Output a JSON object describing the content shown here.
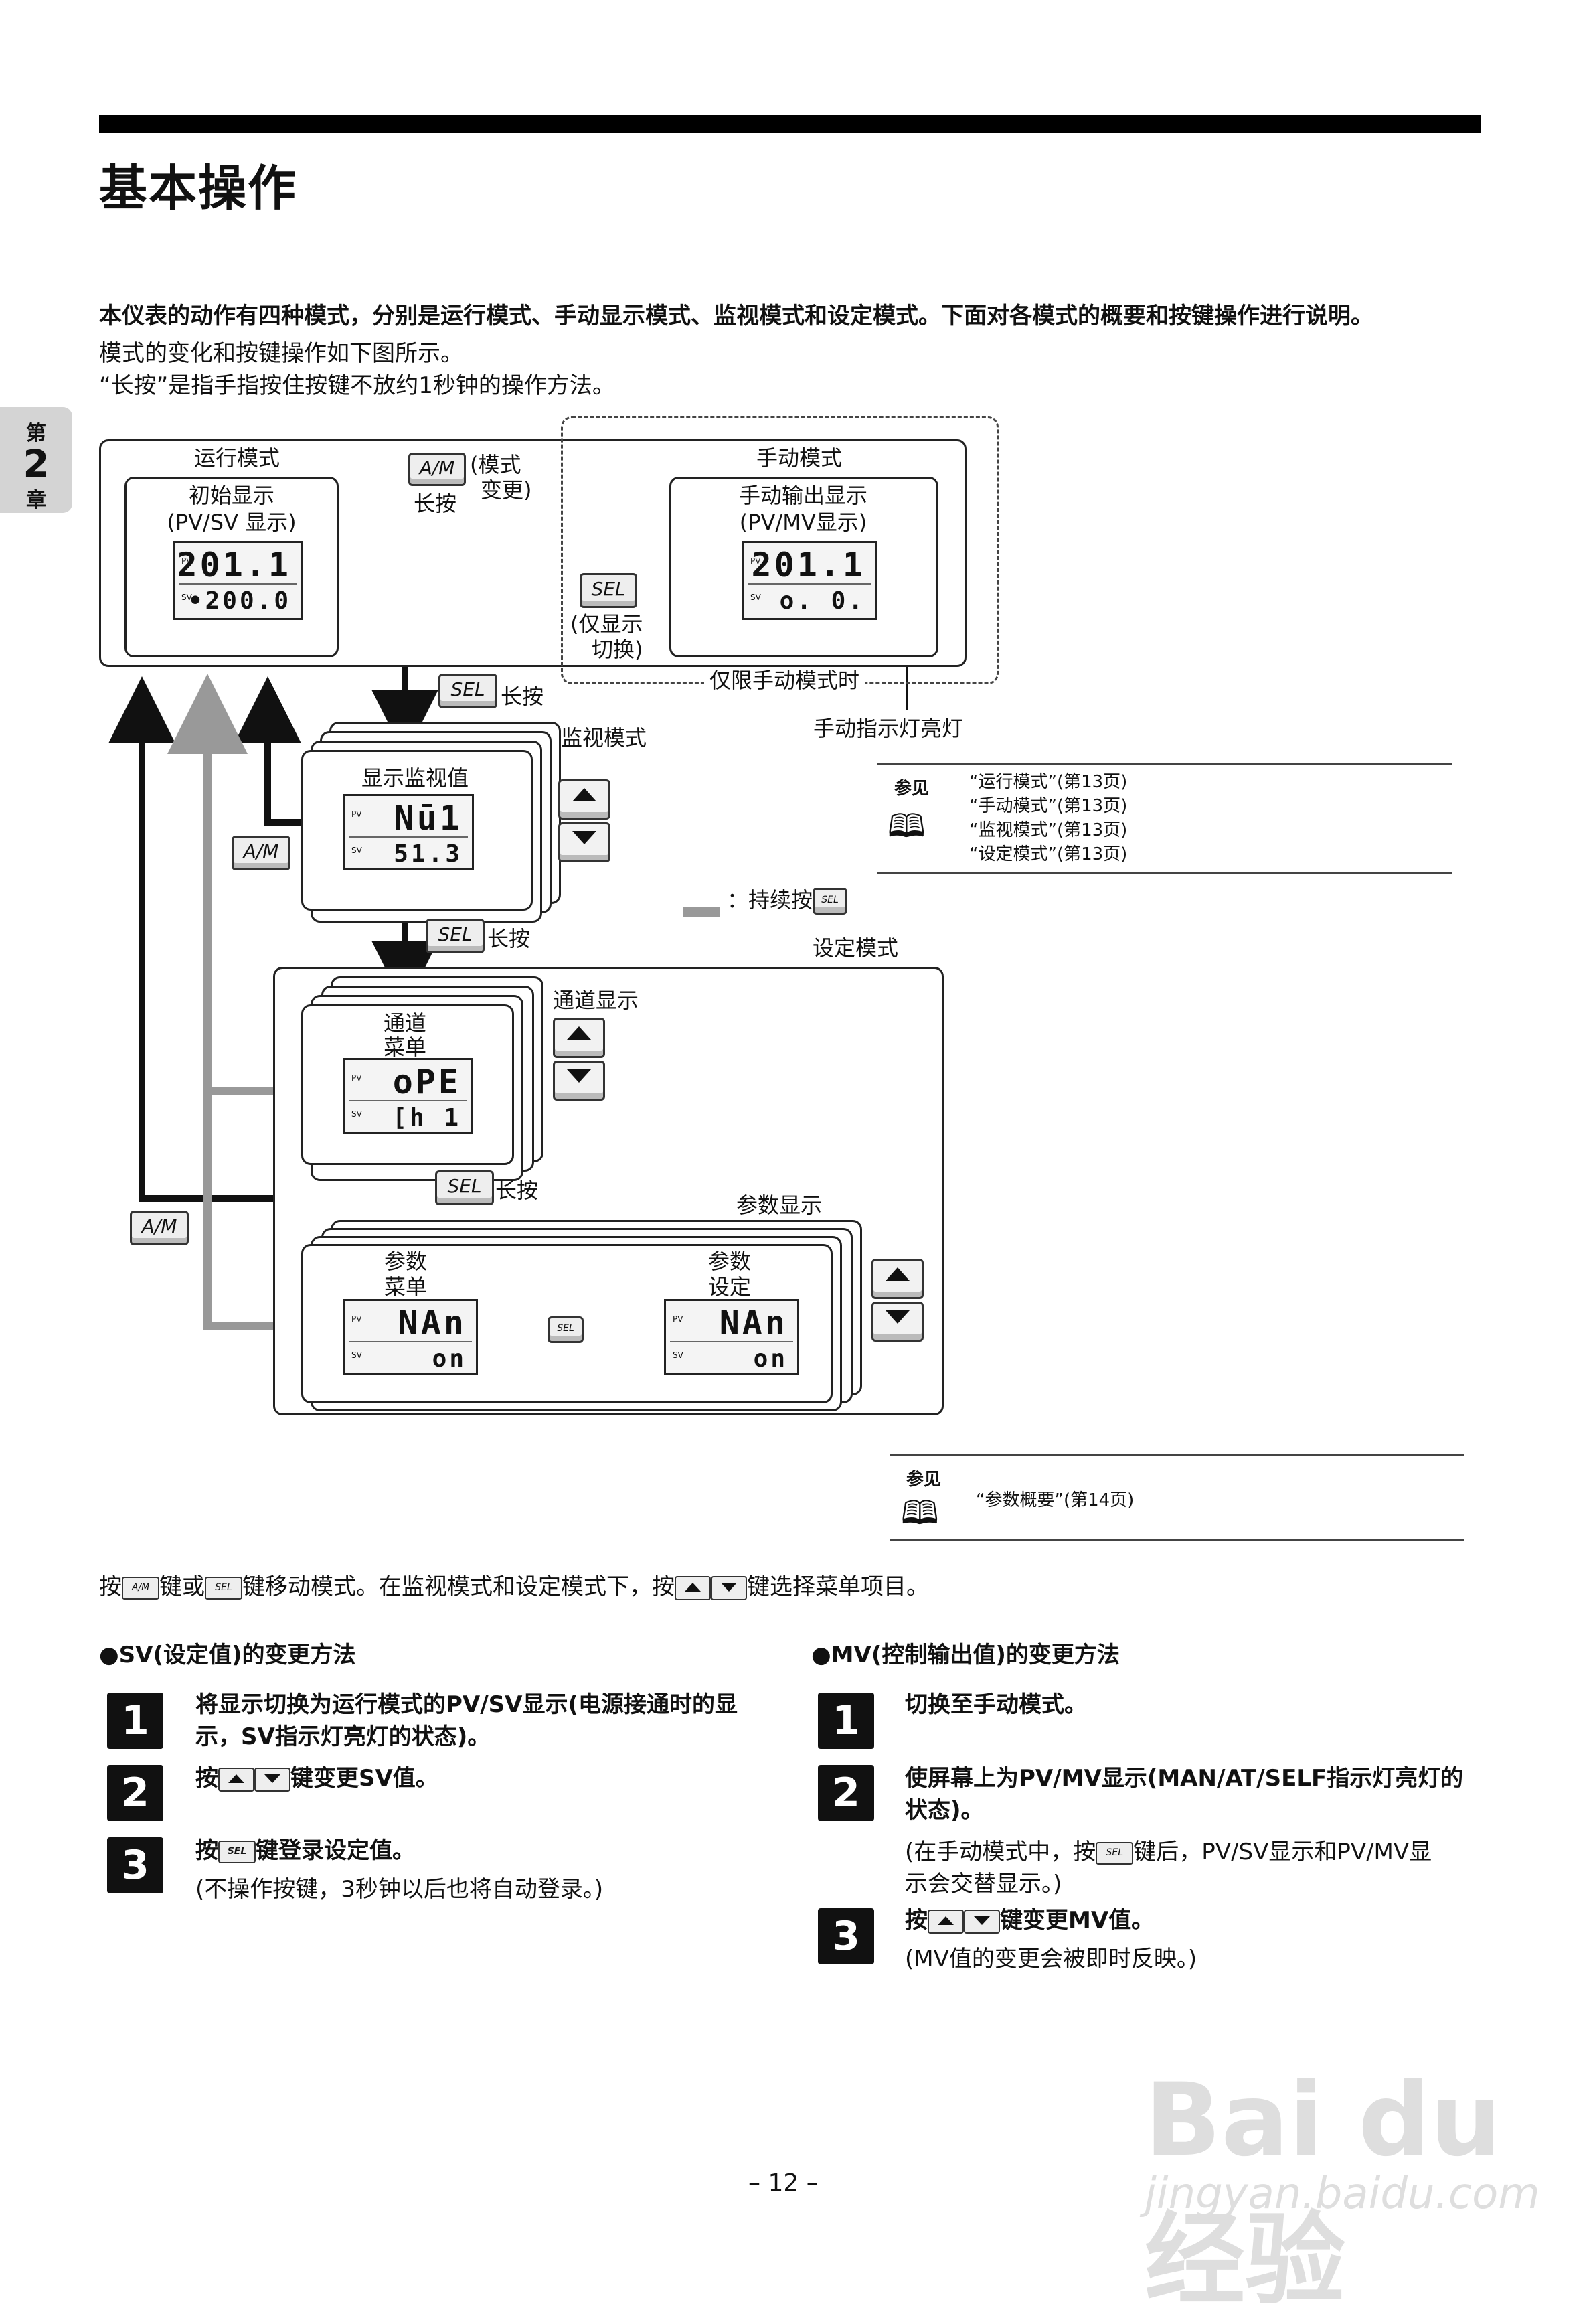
{
  "header": {
    "title": "基本操作"
  },
  "chapter": {
    "line1": "第",
    "number": "2",
    "line2": "章"
  },
  "intro": {
    "line1": "本仪表的动作有四种模式，分别是运行模式、手动显示模式、监视模式和设定模式。下面对各模式的概要和按键操作进行说明。",
    "line2": "模式的变化和按键操作如下图所示。",
    "line3": "“长按”是指手指按住按键不放约1秒钟的操作方法。"
  },
  "diagram": {
    "run_mode": "运行模式",
    "initial_display": "初始显示",
    "initial_display_sub": "(PV/SV 显示)",
    "manual_mode": "手动模式",
    "manual_output_display": "手动输出显示",
    "manual_output_sub": "(PV/MV显示)",
    "am_key": "A/M",
    "sel_key": "SEL",
    "mode_change_1": "(模式",
    "mode_change_2": "变更)",
    "long_press": "长按",
    "display_switch_only_1": "(仅显示",
    "display_switch_only_2": "切换)",
    "manual_only": "仅限手动模式时",
    "manual_lamp": "手动指示灯亮灯",
    "monitor_mode": "监视模式",
    "monitor_values": "显示监视值",
    "continuous_press": "：持续按",
    "setting_mode": "设定模式",
    "channel_display": "通道显示",
    "channel_1": "通道",
    "channel_2": "菜单",
    "parameter_display": "参数显示",
    "param_menu_1": "参数",
    "param_menu_2": "菜单",
    "param_set_1": "参数",
    "param_set_2": "设定",
    "lcd_labels": {
      "pv": "PV",
      "sv": "SV"
    },
    "lcd_run": {
      "pv": "201.1",
      "sv": "•200.0"
    },
    "lcd_manual": {
      "pv": "201.1",
      "sv": "o. 0."
    },
    "lcd_monitor": {
      "pv": "Nū1",
      "sv": "51.3"
    },
    "lcd_channel": {
      "pv": "oPE",
      "sv": "[h 1"
    },
    "lcd_param_menu": {
      "pv": "NAn",
      "sv": "on"
    },
    "lcd_param_set": {
      "pv": "NAn",
      "sv": "on"
    }
  },
  "refs1": {
    "label": "参见",
    "items": [
      "“运行模式”(第13页)",
      "“手动模式”(第13页)",
      "“监视模式”(第13页)",
      "“设定模式”(第13页)"
    ]
  },
  "refs2": {
    "label": "参见",
    "items": [
      "“参数概要”(第14页)"
    ]
  },
  "keys_text": {
    "a": "按",
    "b": "键或",
    "c": "键移动模式。在监视模式和设定模式下，按",
    "d": "键选择菜单项目。"
  },
  "sv_section": {
    "title": "●SV(设定值)的变更方法",
    "steps": [
      {
        "num": "1",
        "l1": "将显示切换为运行模式的PV/SV显示(电源接通时的显",
        "l2": "示，SV指示灯亮灯的状态)。"
      },
      {
        "num": "2",
        "a": "按",
        "b": "键变更SV值。"
      },
      {
        "num": "3",
        "a": "按",
        "b": "键登录设定值。",
        "note": "(不操作按键，3秒钟以后也将自动登录。)"
      }
    ]
  },
  "mv_section": {
    "title": "●MV(控制输出值)的变更方法",
    "steps": [
      {
        "num": "1",
        "l1": "切换至手动模式。"
      },
      {
        "num": "2",
        "l1": "使屏幕上为PV/MV显示(MAN/AT/SELF指示灯亮灯的",
        "l2": "状态)。",
        "n1": "(在手动模式中，按",
        "n2": "键后，PV/SV显示和PV/MV显",
        "n3": "示会交替显示。)"
      },
      {
        "num": "3",
        "a": "按",
        "b": "键变更MV值。",
        "note": "(MV值的变更会被即时反映。)"
      }
    ]
  },
  "footer": {
    "page": "– 12 –"
  },
  "watermark": {
    "brand": "Bai du 经验",
    "url": "jingyan.baidu.com"
  }
}
